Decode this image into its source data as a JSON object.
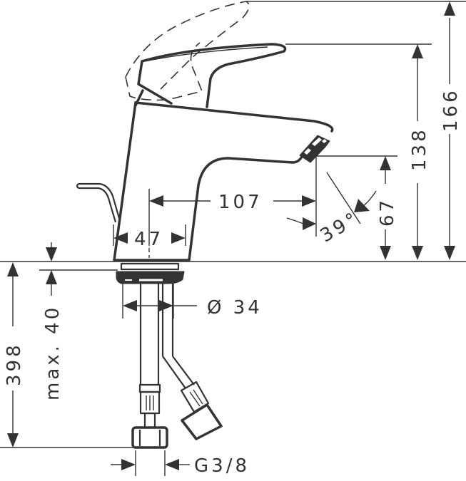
{
  "drawing": {
    "subject": "Single lever basin mixer with pop-up waste rod",
    "line_color": "#333333",
    "background": "#ffffff"
  },
  "dimensions": {
    "total_height": "166",
    "lever_height": "138",
    "spout_outlet_height": "67",
    "spout_projection": "107",
    "body_width": "47",
    "spray_angle": "39°",
    "base_diameter": "Ø 34",
    "max_countertop_thickness": "max. 40",
    "hose_length": "398",
    "connection_thread": "G3/8"
  }
}
